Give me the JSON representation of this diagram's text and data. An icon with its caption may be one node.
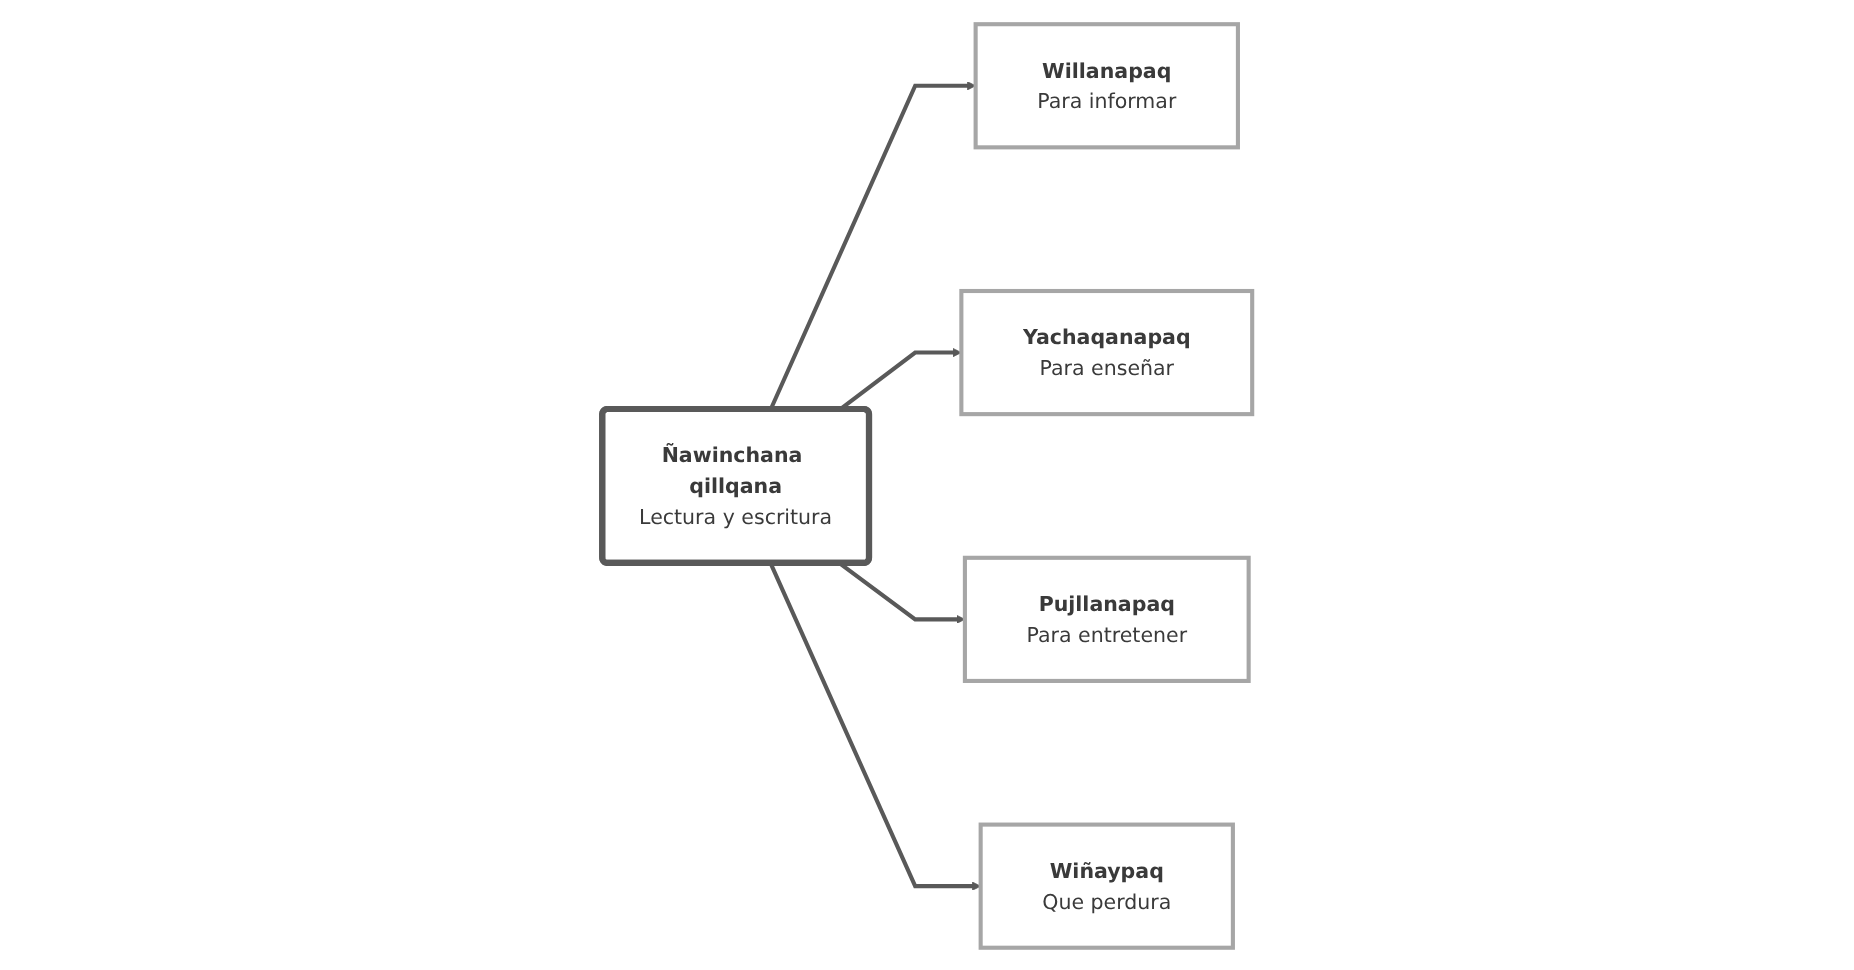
{
  "diagram": {
    "nodes": [
      {
        "text": [
          "Ñawinchana qillqana",
          "Lectura y escritura"
        ]
      },
      {
        "text": [
          "Willanapaq",
          "Para informar"
        ]
      },
      {
        "text": [
          "Yachaqanapaq",
          "Para enseñar"
        ]
      },
      {
        "text": [
          "Pujllanapaq",
          "Para entretener"
        ]
      },
      {
        "text": [
          "Wiñaypaq",
          "Que perdura"
        ]
      }
    ],
    "edges": [
      {
        "from": 0,
        "to": 1,
        "arrow": "to"
      },
      {
        "from": 0,
        "to": 2,
        "arrow": "to"
      },
      {
        "from": 0,
        "to": 3,
        "arrow": "to"
      },
      {
        "from": 0,
        "to": 4,
        "arrow": "to"
      }
    ]
  }
}
